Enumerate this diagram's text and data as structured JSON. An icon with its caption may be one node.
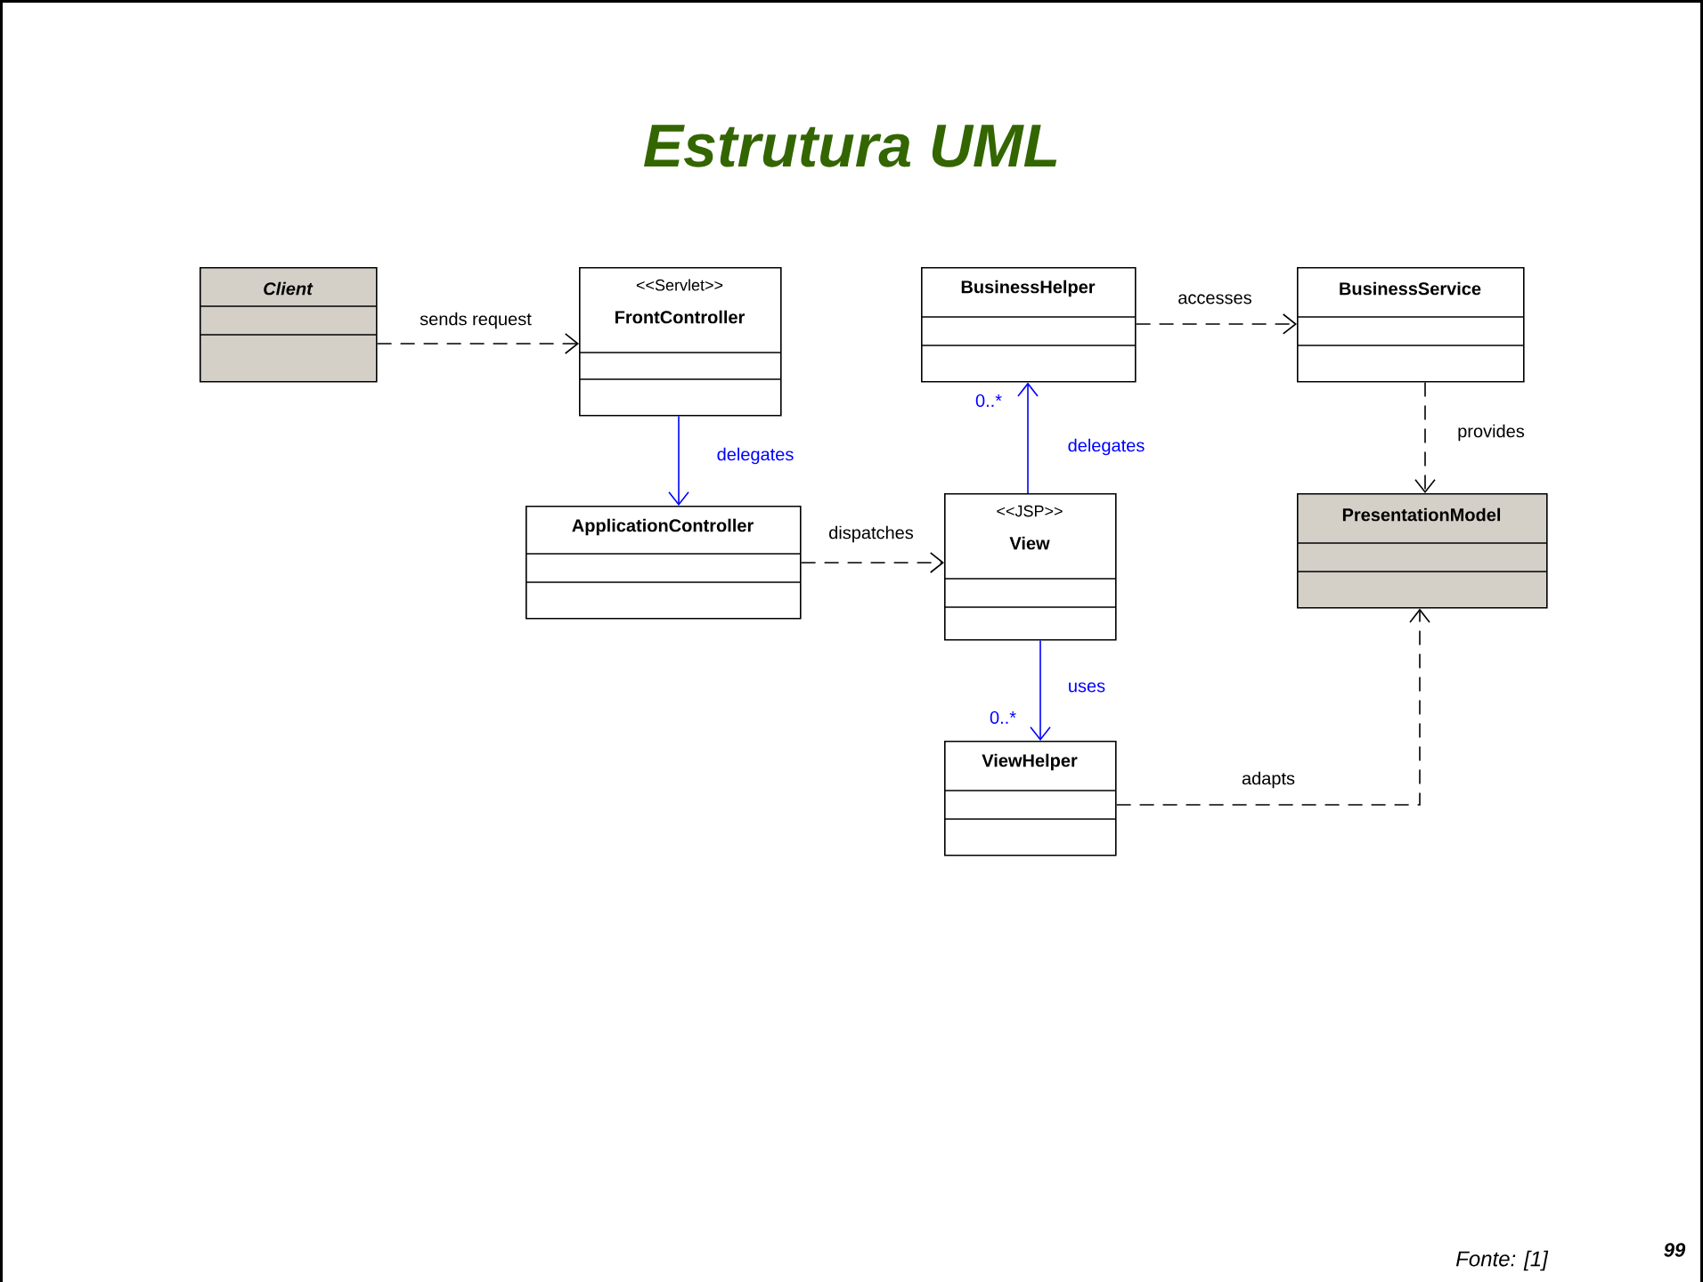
{
  "diagram": {
    "title": "Estrutura UML",
    "nodes": [
      {
        "text": [
          "Client"
        ]
      },
      {
        "text": [
          "<<Servlet>>",
          "FrontController"
        ]
      },
      {
        "text": [
          "ApplicationController"
        ]
      },
      {
        "text": [
          "BusinessHelper"
        ]
      },
      {
        "text": [
          "BusinessService"
        ]
      },
      {
        "text": [
          "<<JSP>>",
          "View"
        ]
      },
      {
        "text": [
          "PresentationModel"
        ]
      },
      {
        "text": [
          "ViewHelper"
        ]
      }
    ],
    "edges": [
      {
        "from": 0,
        "to": 1,
        "arrow": "to",
        "label": "sends request",
        "style": "dashed"
      },
      {
        "from": 1,
        "to": 2,
        "arrow": "to",
        "label": "delegates",
        "color": "#0000ff"
      },
      {
        "from": 2,
        "to": 5,
        "arrow": "to",
        "label": "dispatches",
        "style": "dashed"
      },
      {
        "from": 5,
        "to": 3,
        "arrow": "to",
        "label": "delegates",
        "color": "#0000ff"
      },
      {
        "from": 3,
        "to": 4,
        "arrow": "to",
        "label": "accesses",
        "style": "dashed"
      },
      {
        "from": 4,
        "to": 6,
        "arrow": "to",
        "label": "provides",
        "style": "dashed"
      },
      {
        "from": 5,
        "to": 7,
        "arrow": "to",
        "label": "uses",
        "color": "#0000ff"
      },
      {
        "from": 7,
        "to": 6,
        "arrow": "to",
        "label": "adapts",
        "style": "dashed"
      }
    ],
    "labels": [
      "0..*",
      "0..*",
      "Fonte: [1]",
      "99"
    ]
  }
}
